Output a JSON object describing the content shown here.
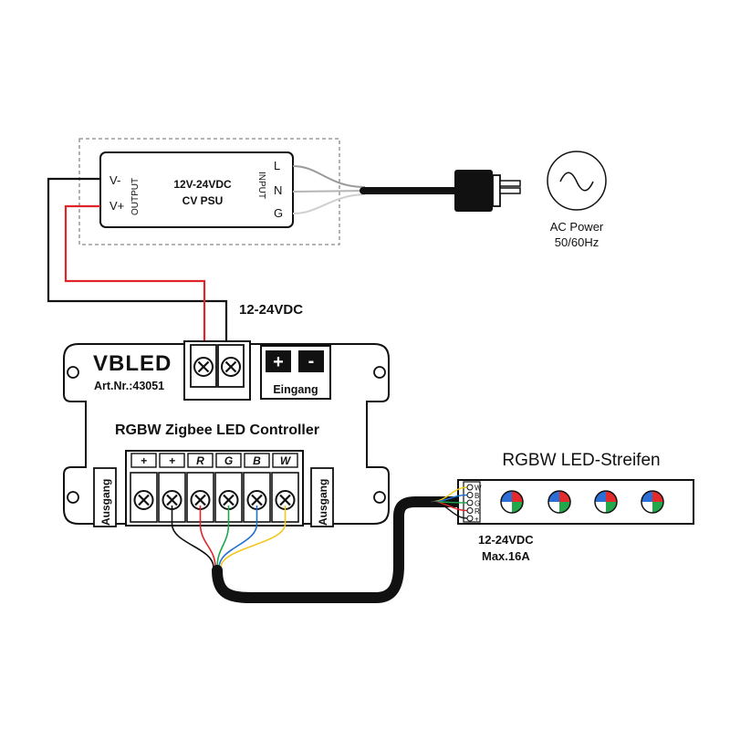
{
  "psu": {
    "v_minus": "V-",
    "v_plus": "V+",
    "output": "OUTPUT",
    "title_line1": "12V-24VDC",
    "title_line2": "CV PSU",
    "input": "INPUT",
    "terminal_l": "L",
    "terminal_n": "N",
    "terminal_g": "G"
  },
  "ac_power": {
    "label_line1": "AC Power",
    "label_line2": "50/60Hz"
  },
  "supply_voltage": "12-24VDC",
  "controller": {
    "brand": "VBLED",
    "article": "Art.Nr.:43051",
    "name": "RGBW Zigbee LED Controller",
    "input_plus": "+",
    "input_minus": "-",
    "input_label": "Eingang",
    "output_side_label": "Ausgang",
    "output_channels": [
      "+",
      "+",
      "R",
      "G",
      "B",
      "W"
    ]
  },
  "strip": {
    "title": "RGBW LED-Streifen",
    "pads": [
      "W",
      "B",
      "G",
      "R",
      "+"
    ],
    "voltage": "12-24VDC",
    "current": "Max.16A"
  },
  "colors": {
    "black_wire": "#111111",
    "red_wire": "#e0242b",
    "green_wire": "#1aa64a",
    "blue_wire": "#1f6fd1",
    "yellow_wire": "#f2c81c",
    "grey_wire": "#9a9a9a",
    "led_red": "#e32b2b",
    "led_green": "#22a84a",
    "led_blue": "#2a6ed6"
  }
}
